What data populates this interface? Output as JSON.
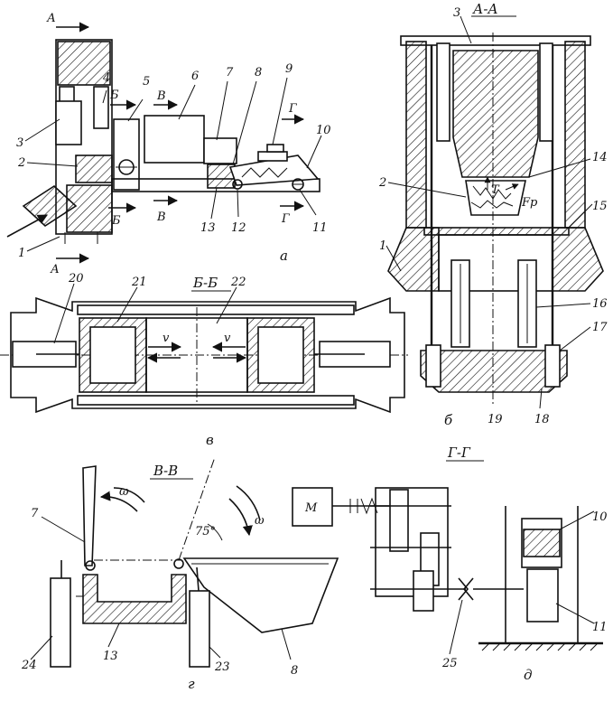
{
  "sections": {
    "a_a": "А-А",
    "b_b": "Б-Б",
    "v_v": "В-В",
    "g_g": "Г-Г"
  },
  "markers": {
    "a_top": "А",
    "a_bottom": "А",
    "b_top": "Б",
    "b_bottom": "Б",
    "v_top": "В",
    "v_bottom": "В",
    "g_top": "Г",
    "g_bottom": "Г"
  },
  "captions": {
    "a": "а",
    "b": "б",
    "v": "в",
    "g": "г",
    "d": "д"
  },
  "symbols": {
    "v_left": "v",
    "v_right": "v",
    "omega_left": "ω",
    "omega_right": "ω",
    "angle": "75°",
    "motor": "М",
    "force_t": "T",
    "force_fp": "Fp"
  },
  "labels": {
    "n1": "1",
    "n2": "2",
    "n3": "3",
    "n4": "4",
    "n5": "5",
    "n6": "6",
    "n7": "7",
    "n8": "8",
    "n9": "9",
    "n10": "10",
    "n11": "11",
    "n12": "12",
    "n13": "13",
    "n14": "14",
    "n15": "15",
    "n16": "16",
    "n17": "17",
    "n18": "18",
    "n19": "19",
    "n20": "20",
    "n21": "21",
    "n22": "22",
    "n23": "23",
    "n24": "24",
    "n25": "25",
    "b1": "1",
    "b2": "2",
    "b3": "3",
    "g7": "7",
    "g8": "8",
    "g10": "10",
    "g11": "11"
  }
}
